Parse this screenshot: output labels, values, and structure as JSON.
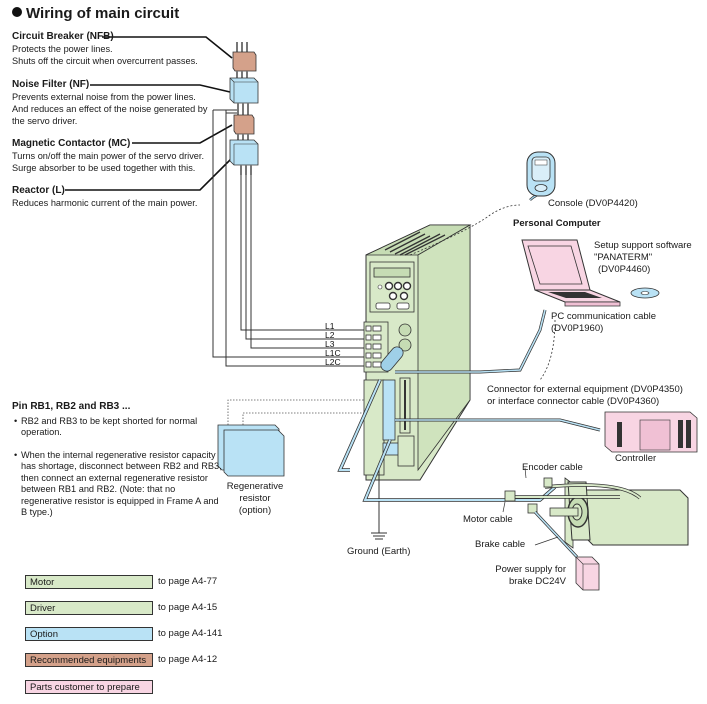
{
  "title": "Wiring of main circuit",
  "components": {
    "circuit_breaker": {
      "heading": "Circuit Breaker (NFB)",
      "lines": [
        "Protects the power lines.",
        "Shuts off the circuit when overcurrent passes."
      ]
    },
    "noise_filter": {
      "heading": "Noise Filter (NF)",
      "lines": [
        "Prevents external noise from the power lines.",
        "And reduces an effect of the noise generated by",
        "the servo driver."
      ]
    },
    "magnetic_contactor": {
      "heading": "Magnetic Contactor (MC)",
      "lines": [
        "Turns on/off the main power of the servo driver.",
        "Surge absorber to be used together with this."
      ]
    },
    "reactor": {
      "heading": "Reactor (L)",
      "lines": [
        "Reduces harmonic current of the main power."
      ]
    }
  },
  "terminals": [
    "L1",
    "L2",
    "L3",
    "L1C",
    "L2C"
  ],
  "peripherals": {
    "console": "Console (DV0P4420)",
    "personal_computer": "Personal Computer",
    "software": [
      "Setup support software",
      "\"PANATERM\"",
      "(DV0P4460)"
    ],
    "pc_cable": [
      "PC communication cable",
      "(DV0P1960)"
    ],
    "connector": [
      "Connector for external equipment (DV0P4350)",
      "or interface connector cable (DV0P4360)"
    ],
    "controller": "Controller",
    "encoder_cable": "Encoder cable",
    "motor_cable": "Motor cable",
    "brake_cable": "Brake cable",
    "brake_power": [
      "Power supply for",
      "brake DC24V"
    ],
    "regen_resistor": [
      "Regenerative",
      "resistor",
      "(option)"
    ],
    "ground": "Ground (Earth)"
  },
  "pin_note": {
    "heading": "Pin RB1, RB2 and RB3 ...",
    "bullets": [
      "RB2 and RB3 to be kept shorted for normal operation.",
      "When the internal regenerative resistor capacity has shortage, disconnect between RB2 and RB3, then connect an external regenerative resistor between RB1 and RB2. (Note: that no regenerative resistor is equipped in Frame A and B type.)"
    ]
  },
  "legend": [
    {
      "label": "Motor",
      "page": "to page A4-77",
      "color": "#d8e9c8"
    },
    {
      "label": "Driver",
      "page": "to page A4-15",
      "color": "#d8e9c8"
    },
    {
      "label": "Option",
      "page": "to page A4-141",
      "color": "#b9e2f5"
    },
    {
      "label": "Recommended equipments",
      "page": "to page A4-12",
      "color": "#d4a18a"
    },
    {
      "label": "Parts customer to prepare",
      "page": "",
      "color": "#f8d5e3"
    }
  ],
  "colors": {
    "driver": "#d8e9c8",
    "option": "#b9e2f5",
    "recommended": "#d4a18a",
    "customer": "#f8d5e3",
    "cable": "#9fd0e8"
  }
}
